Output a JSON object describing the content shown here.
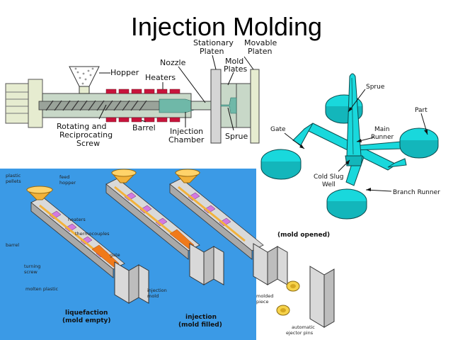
{
  "page": {
    "title": "Injection Molding"
  },
  "top_diagram": {
    "labels": {
      "hopper": "Hopper",
      "heaters": "Heaters",
      "nozzle": "Nozzle",
      "stationary_platen_1": "Stationary",
      "stationary_platen_2": "Platen",
      "movable_platen_1": "Movable",
      "movable_platen_2": "Platen",
      "mold_plates_1": "Mold",
      "mold_plates_2": "Plates",
      "screw_1": "Rotating and",
      "screw_2": "Reciprocating",
      "screw_3": "Screw",
      "barrel": "Barrel",
      "chamber_1": "Injection",
      "chamber_2": "Chamber",
      "sprue": "Sprue"
    },
    "colors": {
      "barrel": "#c8d8c8",
      "heater": "#c8143c",
      "melt": "#6fb8a8",
      "frame": "#e6ecd0"
    }
  },
  "runner_diagram": {
    "labels": {
      "sprue": "Sprue",
      "part": "Part",
      "gate": "Gate",
      "main_runner_1": "Main",
      "main_runner_2": "Runner",
      "cold_slug_1": "Cold Slug",
      "cold_slug_2": "Well",
      "branch_runner": "Branch Runner"
    },
    "colors": {
      "part": "#19d8dc",
      "outline": "#0a4a4c"
    }
  },
  "process_diagram": {
    "labels": {
      "plastic_pellets_1": "plastic",
      "plastic_pellets_2": "pellets",
      "feed_hopper_1": "feed",
      "feed_hopper_2": "hopper",
      "heaters": "heaters",
      "thermocouples": "thermocouples",
      "barrel": "barrel",
      "turning_screw_1": "turning",
      "turning_screw_2": "screw",
      "gate": "gate",
      "molten_plastic": "molten plastic",
      "injection_mold_1": "injection",
      "injection_mold_2": "mold",
      "mold_opened": "(mold opened)",
      "molded_piece_1": "molded",
      "molded_piece_2": "piece",
      "ejector_1": "automatic",
      "ejector_2": "ejector pins",
      "stage1_1": "liquefaction",
      "stage1_2": "(mold empty)",
      "stage2_1": "injection",
      "stage2_2": "(mold filled)"
    },
    "colors": {
      "background": "#3b9ae6",
      "barrel": "#d9d9d9",
      "heater": "#d27ae0",
      "hopper": "#f2b23a",
      "melt": "#f07a1a"
    }
  }
}
